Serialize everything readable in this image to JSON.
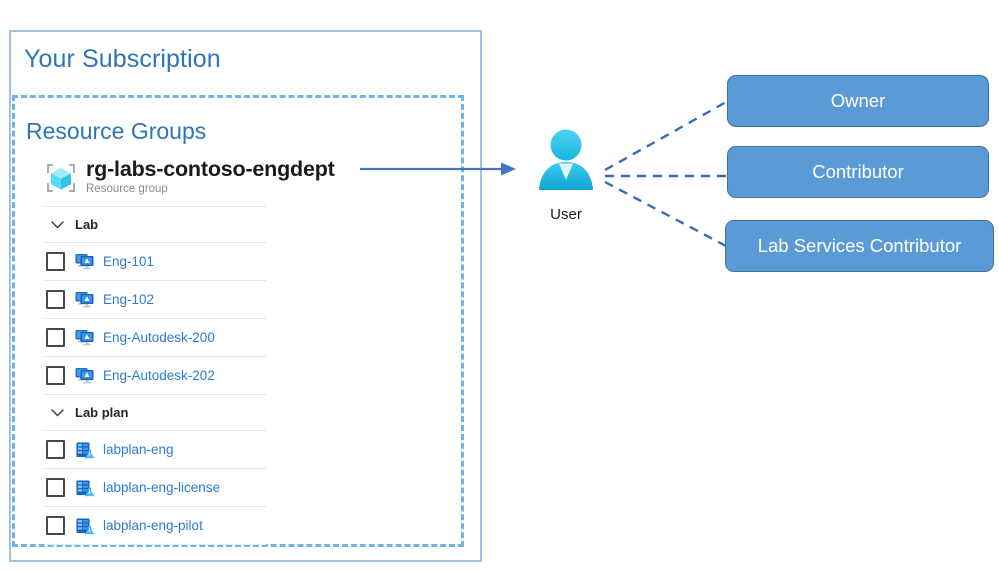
{
  "diagram": {
    "subscription": {
      "title": "Your Subscription",
      "border_color": "#9dc3e6"
    },
    "resource_groups": {
      "title": "Resource Groups",
      "border_color": "#6eb4e8",
      "resource_group": {
        "name": "rg-labs-contoso-engdept",
        "subtitle": "Resource group",
        "icon": "resource-group-cube-icon"
      },
      "groups": [
        {
          "label": "Lab",
          "chevron": "chevron-down-icon",
          "items": [
            {
              "label": "Eng-101",
              "icon": "virtual-machine-icon",
              "checked": false
            },
            {
              "label": "Eng-102",
              "icon": "virtual-machine-icon",
              "checked": false
            },
            {
              "label": "Eng-Autodesk-200",
              "icon": "virtual-machine-icon",
              "checked": false
            },
            {
              "label": "Eng-Autodesk-202",
              "icon": "virtual-machine-icon",
              "checked": false
            }
          ]
        },
        {
          "label": "Lab plan",
          "chevron": "chevron-down-icon",
          "items": [
            {
              "label": "labplan-eng",
              "icon": "lab-plan-icon",
              "checked": false
            },
            {
              "label": "labplan-eng-license",
              "icon": "lab-plan-icon",
              "checked": false
            },
            {
              "label": "labplan-eng-pilot",
              "icon": "lab-plan-icon",
              "checked": false
            }
          ]
        }
      ]
    },
    "user": {
      "label": "User",
      "icon": "user-person-icon"
    },
    "arrow": {
      "name": "rg-to-user-arrow",
      "color": "#4472c4",
      "style": "solid"
    },
    "connectors": {
      "name": "user-to-role-connectors",
      "color": "#3a6cb4",
      "style": "dashed"
    },
    "roles": [
      {
        "label": "Owner",
        "fill": "#5b9bd5",
        "stroke": "#41719c",
        "text_color": "#ffffff"
      },
      {
        "label": "Contributor",
        "fill": "#5b9bd5",
        "stroke": "#41719c",
        "text_color": "#ffffff"
      },
      {
        "label": "Lab Services Contributor",
        "fill": "#5b9bd5",
        "stroke": "#41719c",
        "text_color": "#ffffff"
      }
    ]
  }
}
